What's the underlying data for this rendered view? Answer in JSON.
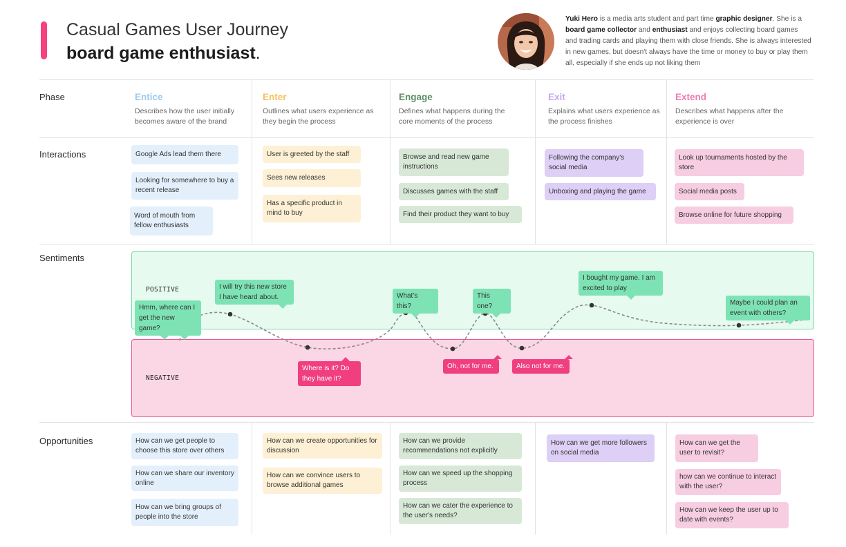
{
  "header": {
    "title_line1": "Casual Games User Journey",
    "title_line2": "board game enthusiast",
    "title_punct": ".",
    "accent_color": "#f5417f"
  },
  "persona": {
    "name": "Yuki Hero",
    "bio_1": " is a media arts student and part time ",
    "role": "graphic designer",
    "bio_2": ". She is a ",
    "hobby1": "board game collector",
    "bio_3": " and ",
    "hobby2": "enthusiast",
    "bio_4": " and enjoys collecting board games and trading cards and playing them with close friends. She is always interested in new games, but doesn't always have the time or money to buy or play them all, especially if she ends up not liking them"
  },
  "rows": {
    "phase": "Phase",
    "interactions": "Interactions",
    "sentiments": "Sentiments",
    "opportunities": "Opportunities"
  },
  "phases": [
    {
      "name": "Entice",
      "color": "#9ccbf0",
      "desc": "Describes how the user initially becomes aware of the brand"
    },
    {
      "name": "Enter",
      "color": "#f3c35e",
      "desc": "Outlines what users experience as they begin the process"
    },
    {
      "name": "Engage",
      "color": "#5f8f65",
      "desc": "Defines what happens during the core moments of the process"
    },
    {
      "name": "Exit",
      "color": "#c8a8ee",
      "desc": "Explains what users experience as the process finishes"
    },
    {
      "name": "Extend",
      "color": "#f07bb5",
      "desc": "Describes what happens after the experience is over"
    }
  ],
  "interactions": {
    "entice": [
      "Google Ads lead them there",
      "Looking for somewhere to buy a recent release",
      "Word of mouth from fellow enthusiasts"
    ],
    "enter": [
      "User is greeted by the staff",
      "Sees new releases",
      "Has a specific product in mind to buy"
    ],
    "engage": [
      "Browse and read new game instructions",
      "Discusses games with the staff",
      "Find their product they want to buy"
    ],
    "exit": [
      "Following the company's social media",
      "Unboxing and playing the game"
    ],
    "extend": [
      "Look up tournaments hosted by the store",
      "Social media posts",
      "Browse online for future shopping"
    ]
  },
  "sentiment": {
    "positive_label": "POSITIVE",
    "negative_label": "NEGATIVE",
    "positive_color": "#7de3b5",
    "negative_color": "#f03e7e",
    "points": [
      "Hmm, where can I get the new game?",
      "I will try this new store I have heard about.",
      "Where is it? Do they have it?",
      "What's this?",
      "Oh, not for me.",
      "This one?",
      "Also not for me.",
      "I bought my game. I am excited to play",
      "Maybe I could plan an event with others?"
    ]
  },
  "opportunities": {
    "entice": [
      "How can we get people to choose this store over others",
      "How can we share our inventory online",
      "How can we bring groups of people into the store"
    ],
    "enter": [
      "How can we create opportunities for discussion",
      "How can we convince users to browse additional games"
    ],
    "engage": [
      "How can we provide recommendations not explicitly",
      "How can we speed up the shopping process",
      "How can we cater the experience to the user's needs?"
    ],
    "exit": [
      "How can we get more followers on social media"
    ],
    "extend": [
      "How can we get the user to revisit?",
      "how can we continue to interact with the user?",
      "How can we keep the user up to date with events?"
    ]
  }
}
